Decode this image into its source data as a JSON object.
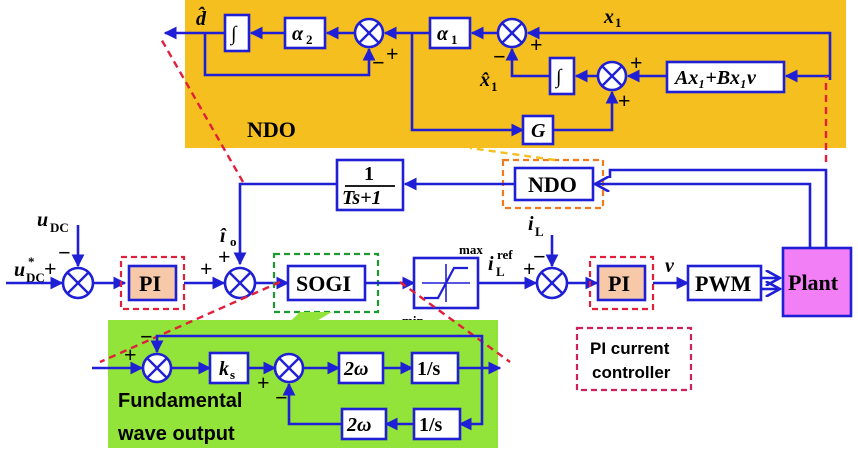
{
  "colors": {
    "line": "#1f1fd6",
    "ndo_panel": "#f5bf1f",
    "sogi_panel": "#92e33a",
    "pi_fill": "#f8c9a8",
    "plant_fill": "#f27ff5",
    "dashed_red": "#e0203a",
    "dashed_orange": "#f07a20",
    "dashed_green": "#1a9a30",
    "pi_controller_border": "#d0205a"
  },
  "ndo_panel": {
    "title": "NDO",
    "labels": {
      "d_hat": "d̂",
      "integrator": "∫",
      "alpha2": "α",
      "alpha2_sub": "2",
      "alpha1": "α",
      "alpha1_sub": "1",
      "x1": "x",
      "x1_sub": "1",
      "x1_hat": "x̂",
      "x1_hat_sub": "1",
      "model": "Ax₁+Bx₁v",
      "gain": "G"
    }
  },
  "main_loop": {
    "u_dc": "u",
    "u_dc_sub": "DC",
    "u_dc_ref": "u",
    "u_dc_ref_sub": "DC",
    "u_dc_ref_sup": "*",
    "pi_voltage": "PI",
    "io_hat": "î",
    "io_sub": "o",
    "sogi": "SOGI",
    "limiter_max": "max",
    "limiter_min": "min",
    "il": "i",
    "il_sub": "L",
    "il_ref": "i",
    "il_ref_sub": "L",
    "il_ref_sup": "ref",
    "pi_current": "PI",
    "v": "v",
    "pwm": "PWM",
    "plant": "Plant",
    "ndo_block": "NDO",
    "filter_num": "1",
    "filter_den": "Ts+1"
  },
  "pi_controller_note": {
    "line1": "PI current",
    "line2": "controller"
  },
  "sogi_panel": {
    "ks": "k",
    "ks_sub": "s",
    "two_omega": "2ω",
    "int_s": "1/s",
    "caption_line1": "Fundamental",
    "caption_line2": "wave output"
  },
  "signs": {
    "plus": "+",
    "minus": "−"
  }
}
